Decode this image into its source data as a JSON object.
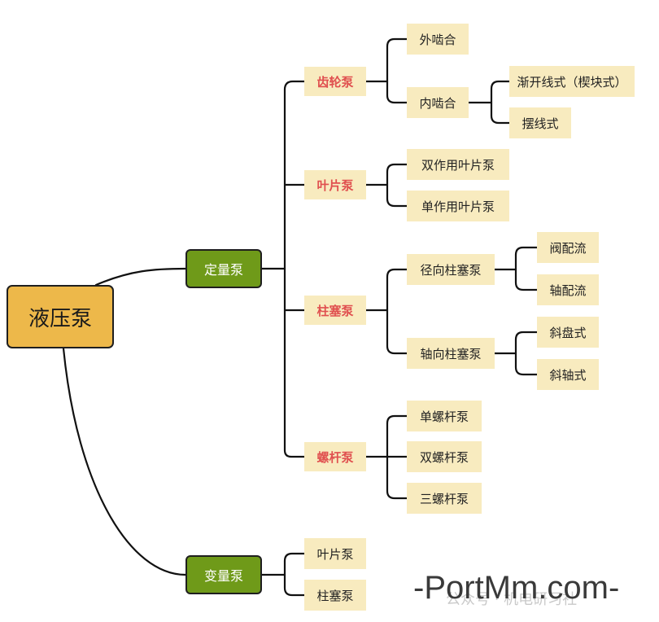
{
  "root": {
    "label": "液压泵"
  },
  "fixed": {
    "label": "定量泵",
    "gear": {
      "label": "齿轮泵",
      "external": "外啮合",
      "internal": "内啮合",
      "involute": "渐开线式（楔块式）",
      "cycloid": "摆线式"
    },
    "vane": {
      "label": "叶片泵",
      "double": "双作用叶片泵",
      "single": "单作用叶片泵"
    },
    "piston": {
      "label": "柱塞泵",
      "radial": "径向柱塞泵",
      "valve_flow": "阀配流",
      "shaft_flow": "轴配流",
      "axial": "轴向柱塞泵",
      "swash_plate": "斜盘式",
      "bent_axis": "斜轴式"
    },
    "screw": {
      "label": "螺杆泵",
      "single": "单螺杆泵",
      "double": "双螺杆泵",
      "triple": "三螺杆泵"
    }
  },
  "variable": {
    "label": "变量泵",
    "vane": "叶片泵",
    "piston": "柱塞泵"
  },
  "watermark": {
    "big": "-PortMm.com-",
    "small": "公众号 · 机电研习社"
  },
  "colors": {
    "root_fill": "#edb84a",
    "level1_fill": "#6f9a19",
    "leaf_fill": "#f8ebbf",
    "highlight_text": "#e0504f"
  }
}
